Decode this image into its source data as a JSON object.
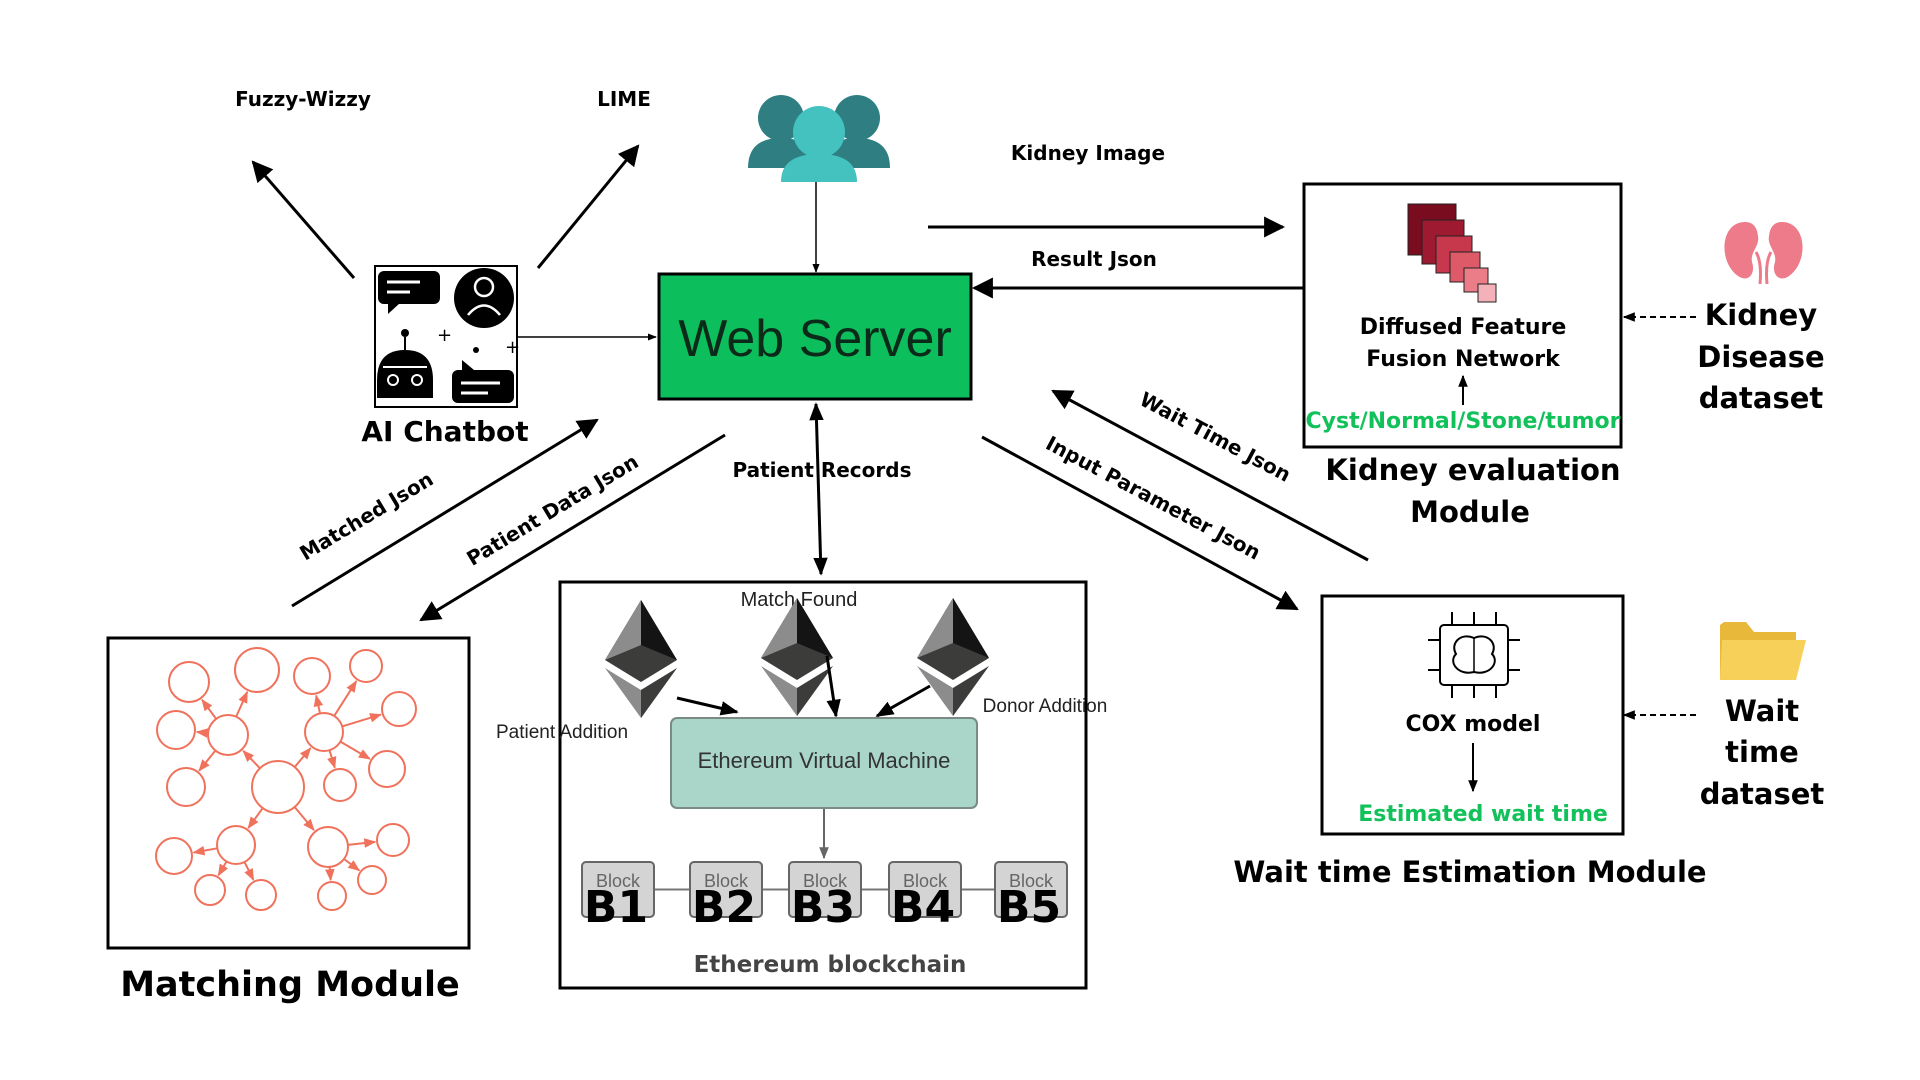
{
  "labels": {
    "fuzzy_wizzy": "Fuzzy-Wizzy",
    "lime": "LIME",
    "kidney_image": "Kidney Image",
    "result_json": "Result Json",
    "web_server": "Web Server",
    "ai_chatbot": "AI Chatbot",
    "matched_json": "Matched Json",
    "patient_data_json": "Patient Data Json",
    "patient_records": "Patient Records",
    "wait_time_json": "Wait Time Json",
    "input_parameter_json": "Input Parameter Json",
    "match_found": "Match Found",
    "patient_addition": "Patient Addition",
    "donor_addition": "Donor Addition",
    "evm": "Ethereum Virtual Machine",
    "ethereum_blockchain": "Ethereum blockchain",
    "matching_module": "Matching Module",
    "dffn_line1": "Diffused Feature",
    "dffn_line2": "Fusion Network",
    "kidney_classes": "Cyst/Normal/Stone/tumor",
    "kidney_module_line1": "Kidney evaluation",
    "kidney_module_line2": "Module",
    "kidney_dataset_line1": "Kidney",
    "kidney_dataset_line2": "Disease",
    "kidney_dataset_line3": "dataset",
    "cox_model": "COX model",
    "estimated_wait_time": "Estimated wait time",
    "wait_module": "Wait time Estimation Module",
    "wait_dataset_line1": "Wait",
    "wait_dataset_line2": "time",
    "wait_dataset_line3": "dataset"
  },
  "blocks": [
    {
      "label": "Block",
      "hand": "B1"
    },
    {
      "label": "Block",
      "hand": "B2"
    },
    {
      "label": "Block",
      "hand": "B3"
    },
    {
      "label": "Block",
      "hand": "B4"
    },
    {
      "label": "Block",
      "hand": "B5"
    }
  ],
  "colors": {
    "web_server_fill": "#0dbf5c",
    "evm_fill": "#a9d6c9",
    "block_fill": "#d4d4d4",
    "network_red": "#f0725c",
    "classes_green": "#12c15a",
    "users_teal": "#2f7f82",
    "users_light": "#44c2bf",
    "kidney_pink": "#ee7b8a",
    "folder_yellow": "#f7d05a"
  },
  "icons": {
    "users": "users-group-icon",
    "chatbot": "chatbot-icon",
    "ethereum": "ethereum-icon",
    "kidney": "kidney-icon",
    "folder": "folder-icon",
    "brain_chip": "brain-chip-icon",
    "layers": "stacked-layers-icon",
    "network": "network-graph-icon"
  }
}
